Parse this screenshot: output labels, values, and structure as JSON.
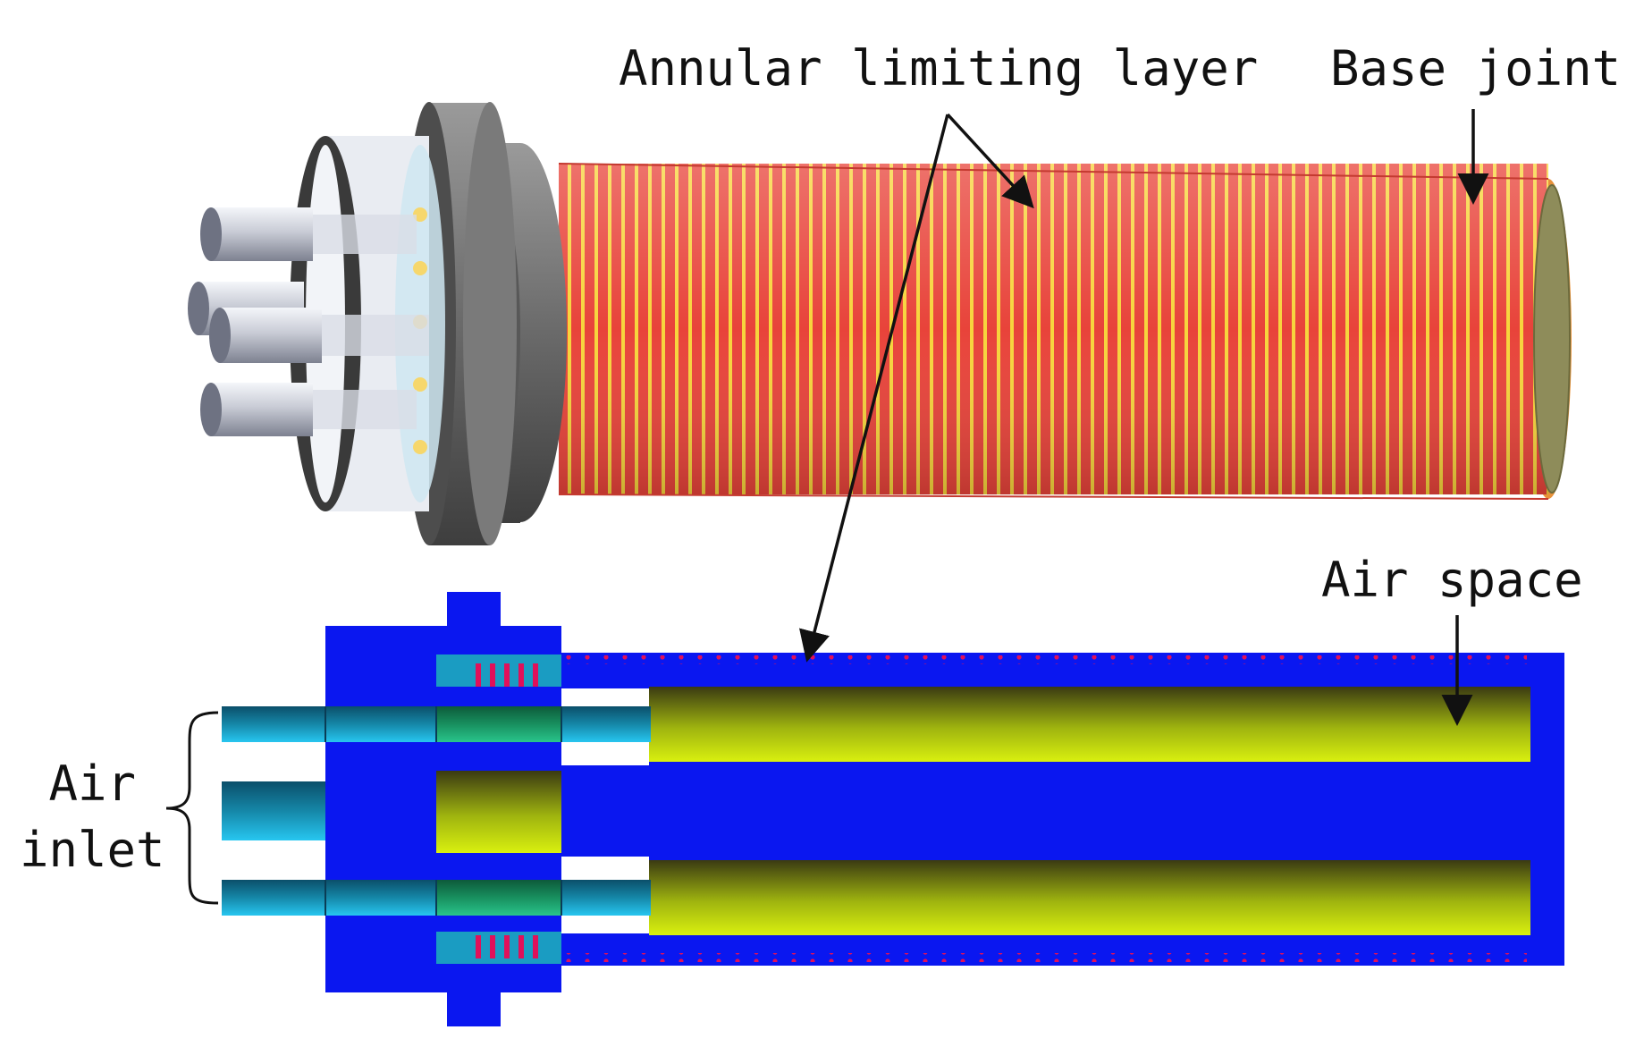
{
  "labels": {
    "annular_limiting_layer": "Annular limiting layer",
    "base_joint": "Base joint",
    "air_space": "Air space",
    "air_inlet_line1": "Air",
    "air_inlet_line2": "inlet"
  },
  "colors": {
    "coil_red": "#e8433a",
    "coil_yellow": "#f6d23a",
    "flange_gray": "#6e6e6e",
    "section_blue": "#0a17f0",
    "channel_yellow": "#d6ee10",
    "inlet_cyan": "#1fb6d6",
    "dot_red": "#e0105a"
  }
}
